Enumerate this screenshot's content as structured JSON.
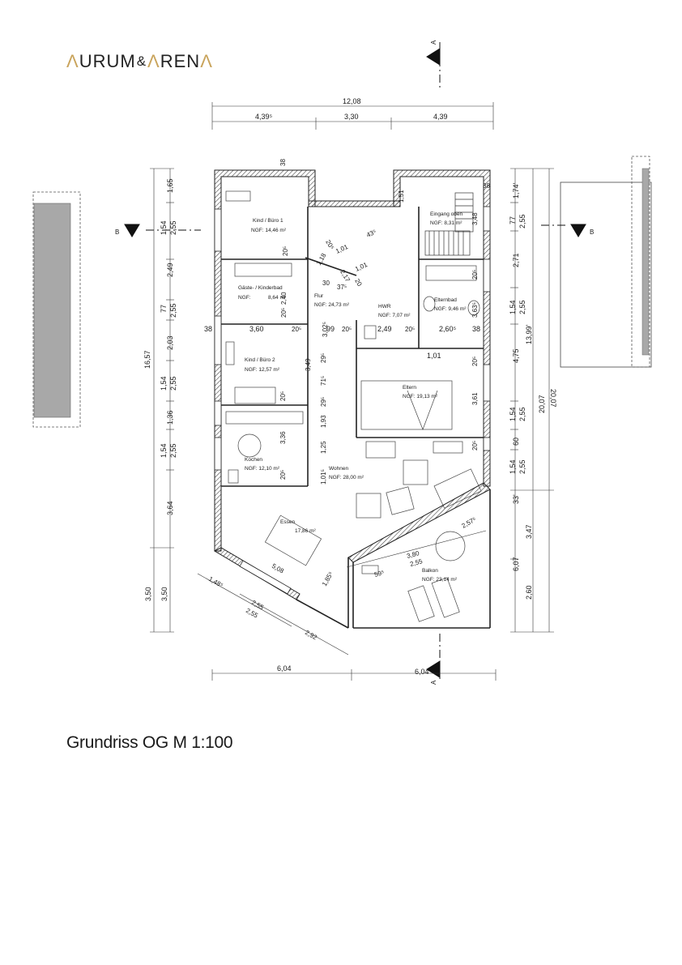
{
  "logo": {
    "a1": "Λ",
    "urum": "URUM",
    "amp": "&",
    "a2": "Λ",
    "ren": "REN",
    "a3": "Λ",
    "brand_color": "#c9a45c"
  },
  "caption": "Grundriss OG M 1:100",
  "section_markers": {
    "a_top": "A",
    "a_bottom": "A",
    "b_left": "B",
    "b_right": "B"
  },
  "rooms": {
    "kind1": {
      "name": "Kind / Büro 1",
      "area": "NGF: 14,46 m²"
    },
    "eingang": {
      "name": "Eingang oben",
      "area": "NGF:  8,31 m²"
    },
    "gaeste": {
      "name": "Gäste- / Kinderbad",
      "area_label": "NGF:",
      "area": "8,64 m²"
    },
    "flur": {
      "name": "Flur",
      "area": "NGF: 24,73 m²"
    },
    "hwr": {
      "name": "HWR",
      "area": "NGF: 7,07 m²"
    },
    "elternbad": {
      "name": "Elternbad",
      "area": "NGF: 9,46 m²"
    },
    "kind2": {
      "name": "Kind / Büro 2",
      "area": "NGF: 12,57 m²"
    },
    "eltern": {
      "name": "Eltern",
      "area": "NGF: 19,13 m²"
    },
    "kochen": {
      "name": "Kochen",
      "area": "NGF: 12,10 m²"
    },
    "wohnen": {
      "name": "Wohnen",
      "area": "NGF: 28,00 m²"
    },
    "essen": {
      "name": "Essen",
      "area": "17,86 m²"
    },
    "balkon": {
      "name": "Balkon",
      "area": "NGF: 23,14 m²"
    }
  },
  "dims": {
    "top_total": "12,08",
    "top_a": "4,39⁵",
    "top_b": "3,30",
    "top_c": "4,39",
    "bottom_a": "6,04",
    "bottom_b": "6,04",
    "left_total": "16,57",
    "left_outer": [
      "1,65",
      "1,54",
      "2,49",
      "77",
      "2,03",
      "1,54",
      "1,36",
      "1,54",
      "3,64",
      "3,50"
    ],
    "left_inner": [
      "2,55",
      "2,55",
      "2,55",
      "2,55",
      "3,50"
    ],
    "right_total_a": "20,07",
    "right_total_b": "20,07",
    "right_mid": "13,99'",
    "right_outer": [
      "1,74'",
      "77",
      "2,71",
      "1,54",
      "4,75",
      "1,54",
      "60",
      "1,54",
      "33'",
      "3,47",
      "6,07",
      "2,60"
    ],
    "right_inner": [
      "2,55",
      "2,55",
      "2,55",
      "2,55"
    ],
    "wall_38": "38",
    "row_a": [
      "3,60",
      "20⁵",
      "99",
      "20⁵",
      "2,49",
      "20⁵",
      "2,60⁵",
      "38",
      "38"
    ],
    "misc": [
      "1,51",
      "3,48",
      "20⁵",
      "1,01",
      "43⁵",
      "1,18",
      "2,17",
      "1,01",
      "30",
      "37⁵",
      "20",
      "2,40",
      "20⁵",
      "3,02⁵",
      "20⁵",
      "3,63⁵",
      "1,01",
      "20⁵",
      "3,49",
      "29⁵",
      "71⁵",
      "29⁵",
      "20⁵",
      "1,93",
      "1,25",
      "3,36",
      "1,01⁵",
      "20⁵",
      "3,61",
      "20⁵",
      "2,57⁵",
      "3,80",
      "2,55",
      "5,08",
      "1,85⁵",
      "59⁵",
      "1,48⁵",
      "2,55",
      "2,55",
      "2,92",
      "20⁵"
    ]
  },
  "colors": {
    "wall": "#2a2a2a",
    "hatch": "#555555",
    "neighbor_fill": "#a8a8a8",
    "line": "#333333"
  }
}
